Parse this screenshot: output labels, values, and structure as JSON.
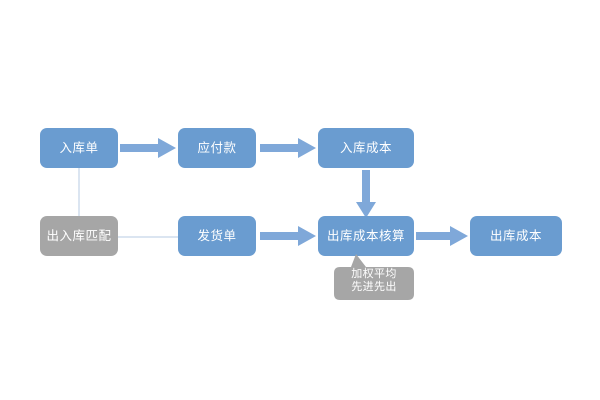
{
  "diagram": {
    "title": "inventory-cost-flowchart",
    "colors": {
      "node_blue": "#6a9cd0",
      "node_gray": "#a6a6a6",
      "arrow_blue": "#7fa8d9",
      "thin_line": "#dbe5f1",
      "callout_gray": "#a6a6a6",
      "text_white": "#ffffff",
      "background": "#ffffff"
    },
    "nodes": [
      {
        "id": "inbound-order",
        "label": "入库单",
        "type": "blue",
        "row": 1
      },
      {
        "id": "accounts-payable",
        "label": "应付款",
        "type": "blue",
        "row": 1
      },
      {
        "id": "inbound-cost",
        "label": "入库成本",
        "type": "blue",
        "row": 1
      },
      {
        "id": "in-out-match",
        "label": "出入库匹配",
        "type": "gray",
        "row": 2
      },
      {
        "id": "shipping-order",
        "label": "发货单",
        "type": "blue",
        "row": 2
      },
      {
        "id": "outbound-costing",
        "label": "出库成本核算",
        "type": "blue",
        "row": 2
      },
      {
        "id": "outbound-cost",
        "label": "出库成本",
        "type": "blue",
        "row": 2
      }
    ],
    "callout": {
      "id": "costing-methods-callout",
      "lines": [
        "加权平均",
        "先进先出"
      ],
      "line1": "加权平均",
      "line2": "先进先出"
    },
    "connectors": [
      {
        "id": "inbound-order-to-accounts-payable",
        "kind": "block-arrow",
        "direction": "right"
      },
      {
        "id": "accounts-payable-to-inbound-cost",
        "kind": "block-arrow",
        "direction": "right"
      },
      {
        "id": "inbound-cost-to-outbound-costing",
        "kind": "block-arrow",
        "direction": "down"
      },
      {
        "id": "shipping-order-to-outbound-costing",
        "kind": "block-arrow",
        "direction": "right"
      },
      {
        "id": "outbound-costing-to-outbound-cost",
        "kind": "block-arrow",
        "direction": "right"
      },
      {
        "id": "inbound-order-to-in-out-match",
        "kind": "thin-line",
        "direction": "down"
      },
      {
        "id": "in-out-match-to-shipping-order",
        "kind": "thin-line",
        "direction": "right"
      }
    ]
  }
}
